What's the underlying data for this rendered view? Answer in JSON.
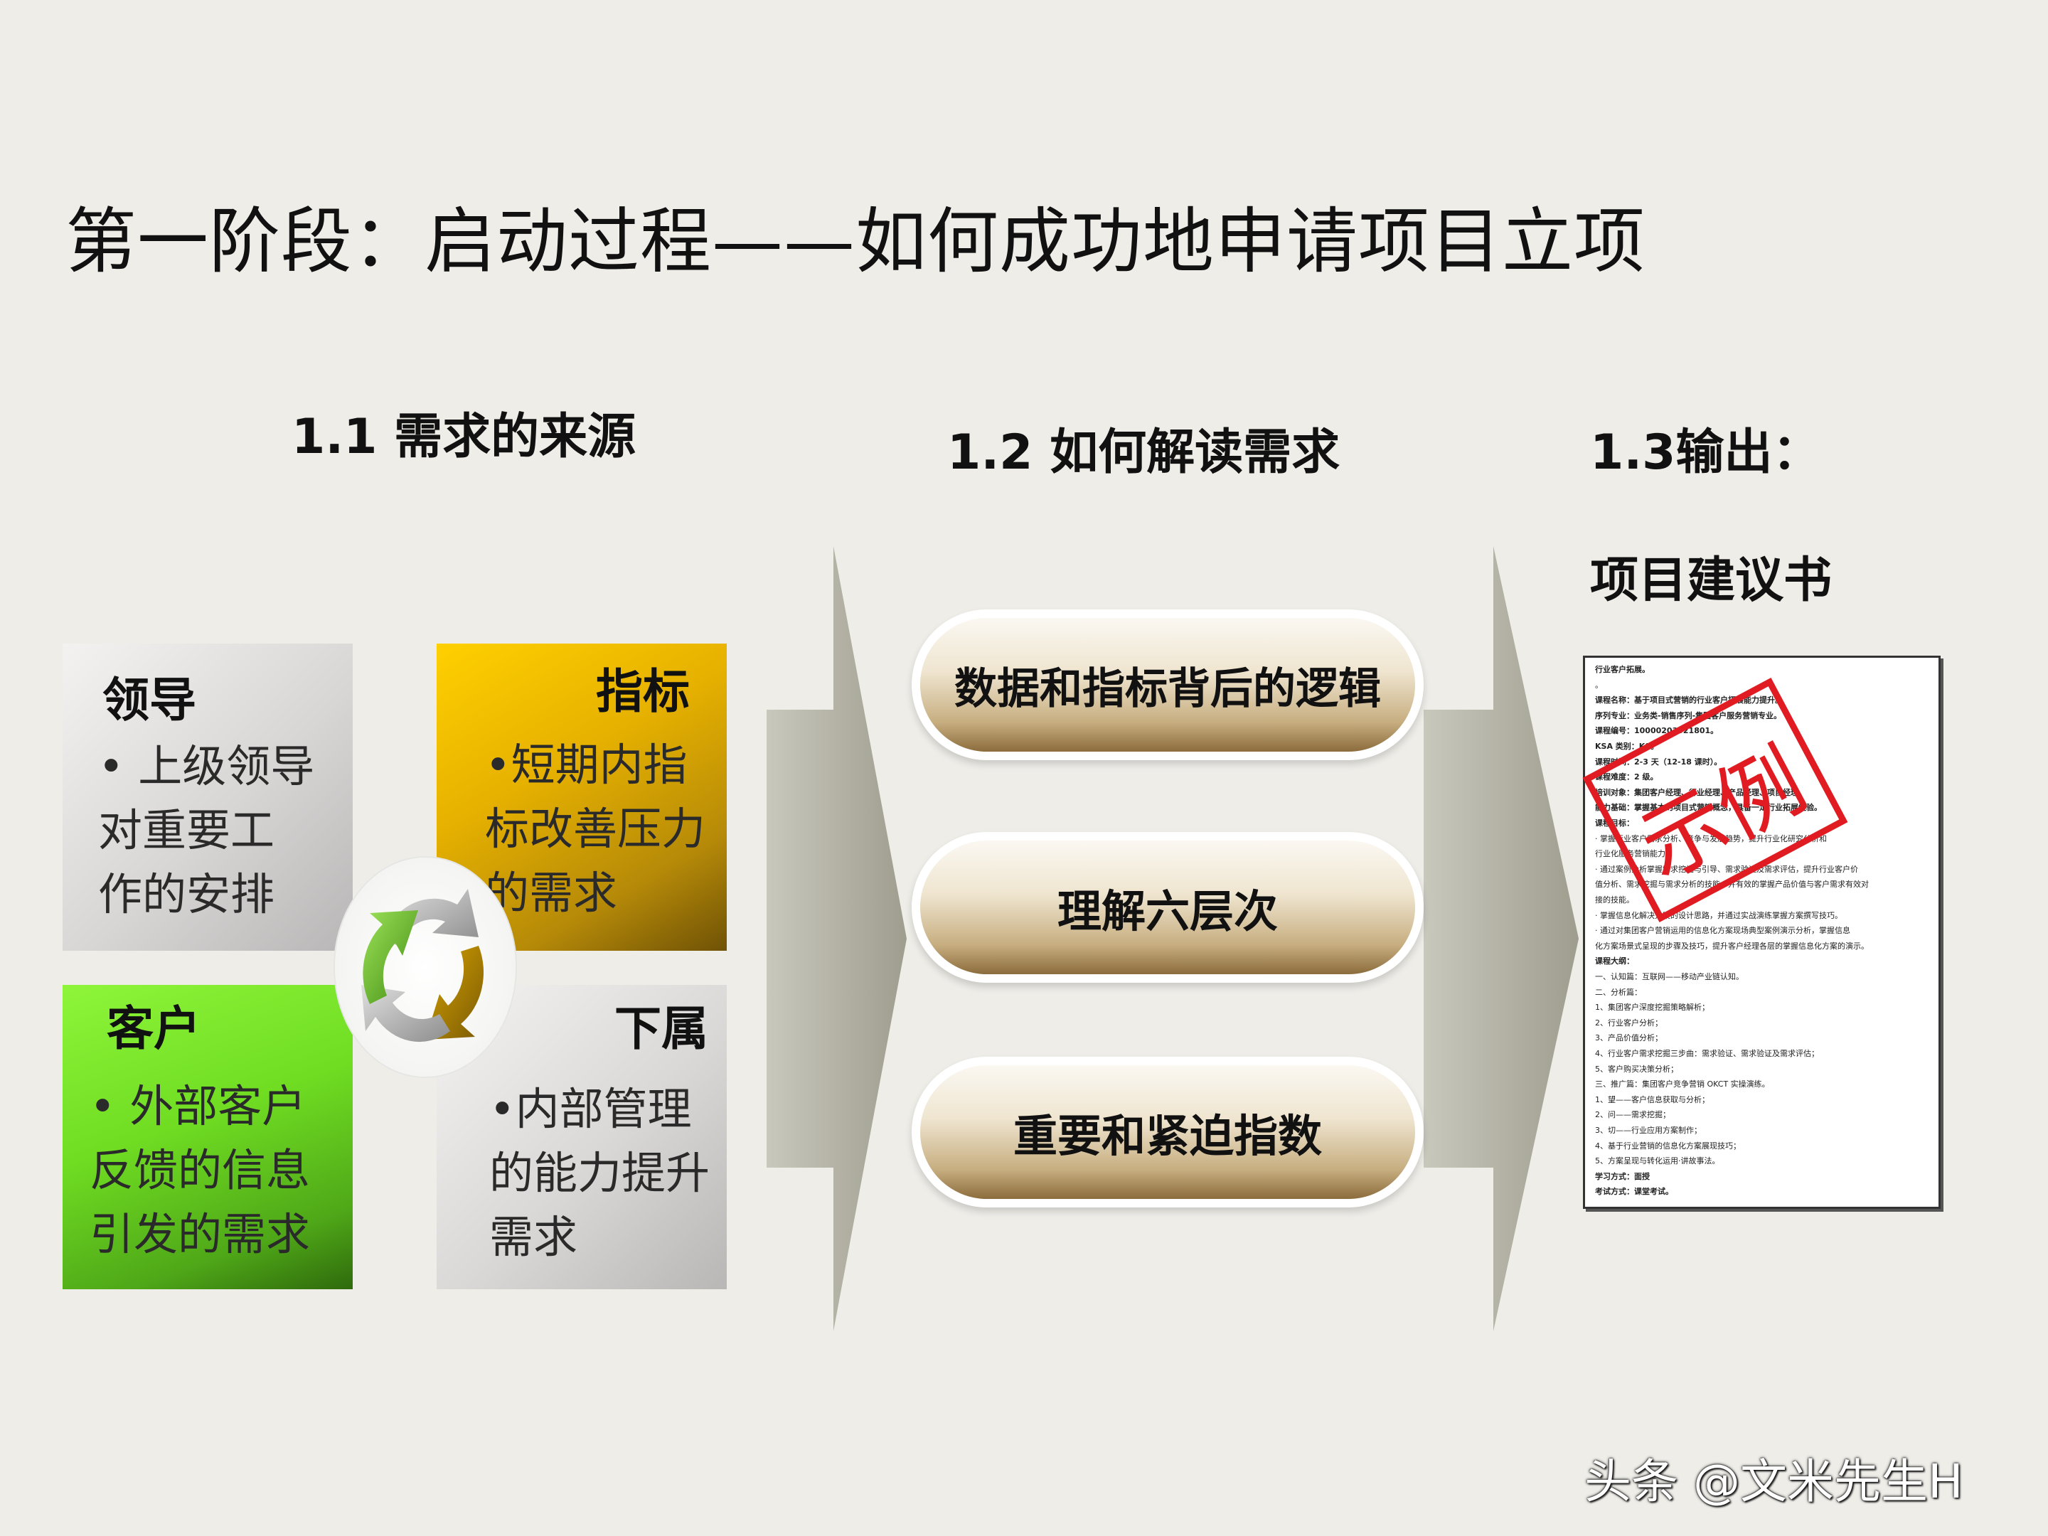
{
  "title": "第一阶段：启动过程——如何成功地申请项目立项",
  "section1": {
    "heading": "1.1 需求的来源"
  },
  "section2": {
    "heading": "1.2 如何解读需求"
  },
  "section3": {
    "heading": "1.3输出：",
    "subheading": "项目建议书"
  },
  "quadrants": {
    "leader": {
      "title": "领导",
      "lines": [
        "• 上级领导",
        "对重要工",
        "作的安排"
      ]
    },
    "index": {
      "title": "指标",
      "lines": [
        "•短期内指",
        "标改善压力",
        "的需求"
      ]
    },
    "client": {
      "title": "客户",
      "lines": [
        "• 外部客户",
        "反馈的信息",
        "引发的需求"
      ]
    },
    "sub": {
      "title": "下属",
      "lines": [
        "•内部管理",
        "的能力提升",
        "需求"
      ]
    }
  },
  "pills": [
    "数据和指标背后的逻辑",
    "理解六层次",
    "重要和紧迫指数"
  ],
  "document": {
    "lines": [
      "行业客户拓展。",
      "。",
      "课程名称：基于项目式营销的行业客户拓展能力提升。",
      "序列专业：业务类-销售序列-集团客户服务营销专业。",
      "课程编号：10000203021801。",
      "KSA 类别：KS。",
      "课程时间：2-3 天（12-18 课时）。",
      "课程难度：2 级。",
      "培训对象：集团客户经理、行业经理、产品经理、项目经理。",
      "能力基础：掌握基本的项目式营销概念，具备一定行业拓展经验。",
      "课程目标：",
      "  · 掌握行业客户需求分析、竞争与发展趋势，提升行业化研究分析和",
      "    行业化服务营销能力。",
      "  · 通过案例分析掌握需求挖掘与引导、需求验证及需求评估，提升行业客户价",
      "    值分析、需求挖掘与需求分析的技能，并有效的掌握产品价值与客户需求有效对",
      "    接的技能。",
      "  · 掌握信息化解决方案的设计思路，并通过实战演练掌握方案撰写技巧。",
      "  · 通过对集团客户营销运用的信息化方案现场典型案例演示分析，掌握信息",
      "    化方案场景式呈现的步骤及技巧，提升客户经理各层的掌握信息化方案的演示。",
      "课程大纲：",
      "  一、认知篇：互联网——移动产业链认知。",
      "  二、分析篇：",
      "    1、集团客户深度挖掘策略解析；",
      "    2、行业客户分析；",
      "    3、产品价值分析；",
      "    4、行业客户需求挖掘三步曲：需求验证、需求验证及需求评估；",
      "    5、客户购买决策分析；",
      "  三、推广篇：集团客户竞争营销 OKCT 实操演练。",
      "    1、望——客户信息获取与分析；",
      "    2、问——需求挖掘；",
      "    3、切——行业应用方案制作；",
      "    4、基于行业营销的信息化方案展现技巧；",
      "    5、方案呈现与转化运用·讲故事法。",
      "学习方式：面授",
      "考试方式：课堂考试。"
    ],
    "stamp": "示例"
  },
  "watermark": "头条 @文米先生H",
  "colors": {
    "background": "#eeede8",
    "index_gold": "#e6b100",
    "client_green": "#6fdc22",
    "stamp_red": "#e01c22",
    "pill_gold": "#c7ae80"
  }
}
